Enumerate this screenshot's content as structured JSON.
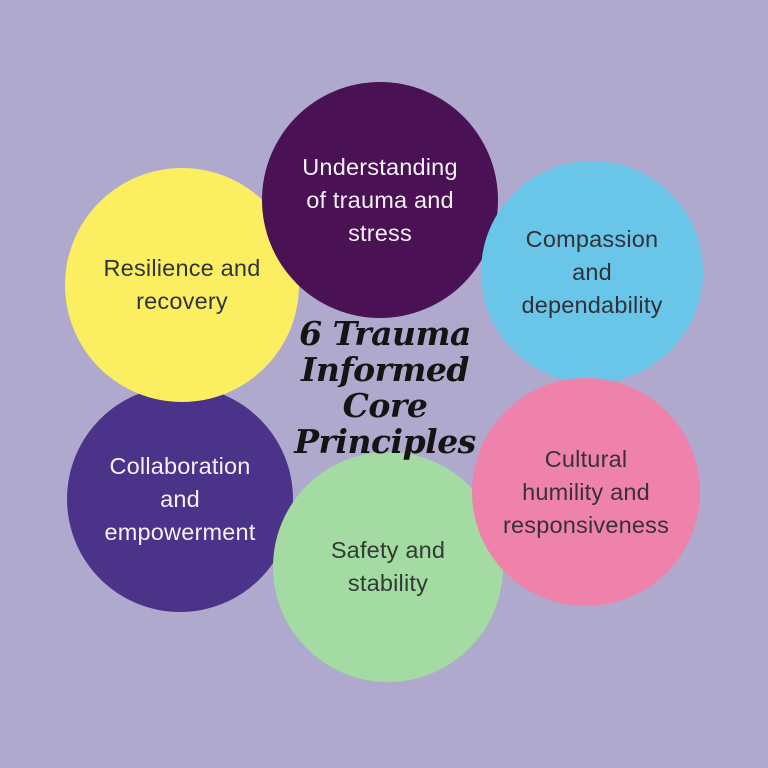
{
  "background_color": "#afaacd",
  "title": {
    "text": "6 Trauma\nInformed\nCore\nPrinciples",
    "color": "#141414"
  },
  "principles": [
    {
      "id": "understanding",
      "label": "Understanding\nof trauma and\nstress",
      "circle_color": "#4a1254",
      "text_color": "#f6f1f8"
    },
    {
      "id": "compassion",
      "label": "Compassion\nand\ndependability",
      "circle_color": "#69c6e9",
      "text_color": "#333138"
    },
    {
      "id": "cultural",
      "label": "Cultural\nhumility and\nresponsiveness",
      "circle_color": "#ef82ab",
      "text_color": "#3a3038"
    },
    {
      "id": "safety",
      "label": "Safety and\nstability",
      "circle_color": "#a3dba2",
      "text_color": "#323a34"
    },
    {
      "id": "collaboration",
      "label": "Collaboration\nand\nempowerment",
      "circle_color": "#4b3389",
      "text_color": "#f4f1f9"
    },
    {
      "id": "resilience",
      "label": "Resilience and\nrecovery",
      "circle_color": "#fbee61",
      "text_color": "#30343c"
    }
  ]
}
